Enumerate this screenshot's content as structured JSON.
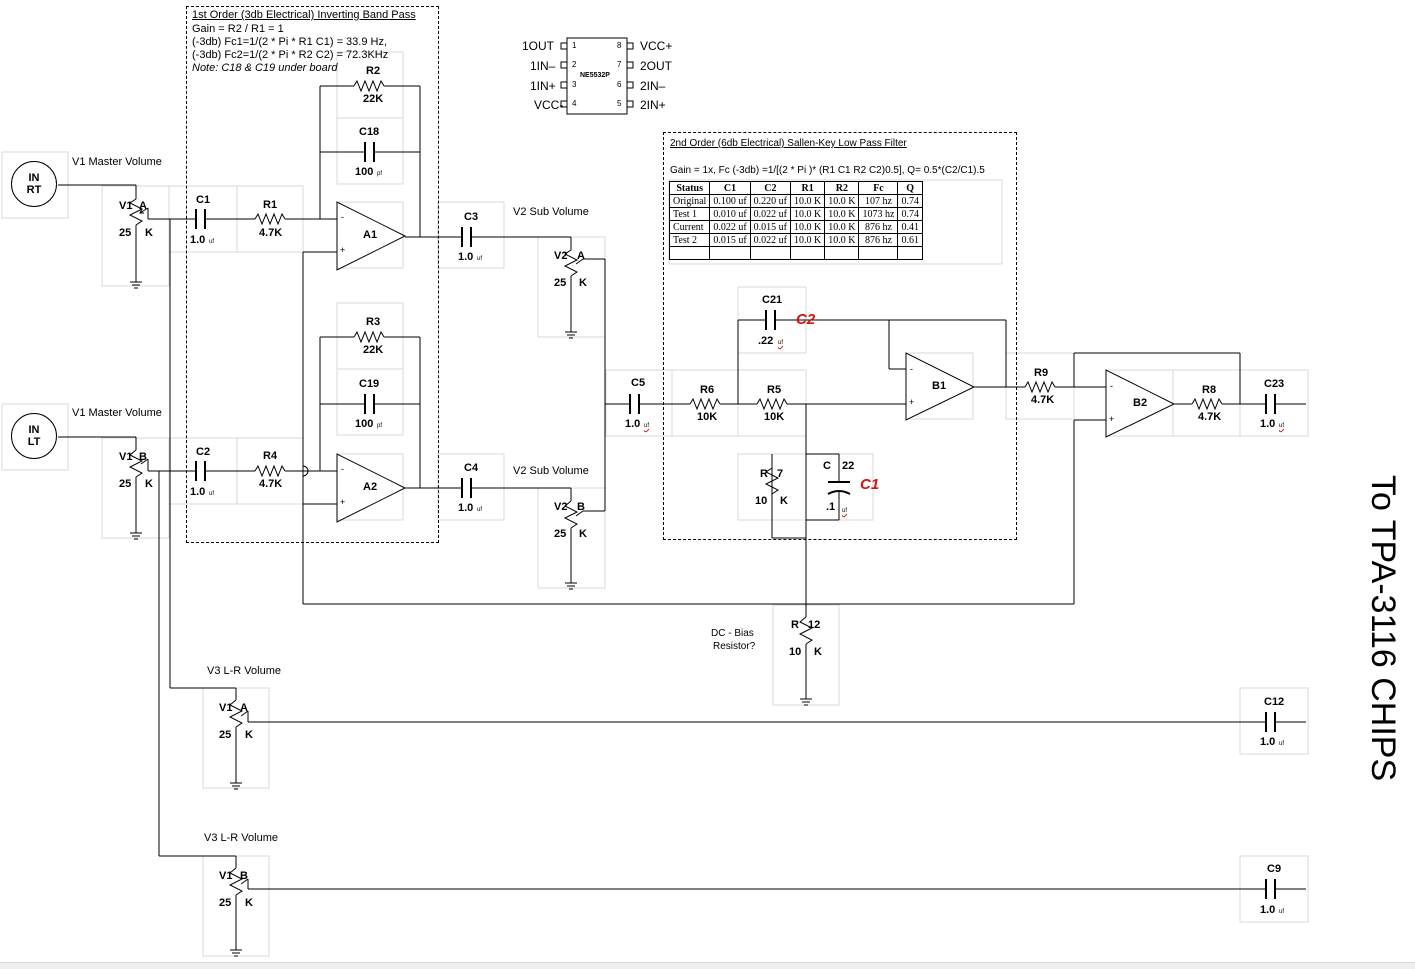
{
  "bandpass": {
    "title": "1st Order (3db Electrical)  Inverting Band Pass",
    "gain": "Gain  = R2 / R1 = 1",
    "fc1": "(-3db) Fc1=1/(2 * Pi * R1 C1) = 33.9 Hz,",
    "fc2": "(-3db) Fc2=1/(2 * Pi * R2 C2) =  72.3KHz",
    "note": "Note: C18 & C19 under board"
  },
  "chip": {
    "name": "NE5532P",
    "pin1": "1OUT",
    "pin2": "1IN–",
    "pin3": "1IN+",
    "pin4": "VCC-",
    "pin5": "2IN+",
    "pin6": "2IN–",
    "pin7": "2OUT",
    "pin8": "VCC+"
  },
  "lowpass": {
    "title": "2nd Order (6db Electrical)  Sallen-Key  Low Pass Filter",
    "formula": "Gain = 1x, Fc (-3db) =1/[(2 * Pi )* (R1 C1  R2 C2)0.5],  Q= 0.5*(C2/C1).5",
    "table": {
      "headers": [
        "Status",
        "C1",
        "C2",
        "R1",
        "R2",
        "Fc",
        "Q"
      ],
      "rows": [
        [
          "Original",
          "0.100 uf",
          "0.220 uf",
          "10.0 K",
          "10.0 K",
          "107 hz",
          "0.74"
        ],
        [
          "Test 1",
          "0.010 uf",
          "0.022 uf",
          "10.0 K",
          "10.0 K",
          "1073 hz",
          "0.74"
        ],
        [
          "Current",
          "0.022 uf",
          "0.015 uf",
          "10.0 K",
          "10.0 K",
          "876 hz",
          "0.41"
        ],
        [
          "Test 2",
          "0.015 uf",
          "0.022 uf",
          "10.0 K",
          "10.0 K",
          "876 hz",
          "0.61"
        ],
        [
          "",
          "",
          "",
          "",
          "",
          "",
          ""
        ]
      ]
    }
  },
  "inputs": {
    "rt": [
      "IN",
      "RT"
    ],
    "lt": [
      "IN",
      "LT"
    ]
  },
  "labels": {
    "v1_master_a": "V1 Master Volume",
    "v1_master_b": "V1 Master Volume",
    "v2_sub_a": "V2 Sub Volume",
    "v2_sub_b": "V2 Sub Volume",
    "v3_lr_a": "V3 L-R Volume",
    "v3_lr_b": "V3 L-R Volume",
    "dc_bias_1": "DC  - Bias",
    "dc_bias_2": "Resistor?",
    "c2_mark": "C2",
    "c1_mark": "C1",
    "output": "To TPA-3116 CHIPS"
  },
  "components": {
    "v1a": {
      "name": "V1",
      "pin": "A",
      "value": "25",
      "unit": "K"
    },
    "v1b": {
      "name": "V1",
      "pin": "B",
      "value": "25",
      "unit": "K"
    },
    "v2a": {
      "name": "V2",
      "pin": "A",
      "value": "25",
      "unit": "K"
    },
    "v2b": {
      "name": "V2",
      "pin": "B",
      "value": "25",
      "unit": "K"
    },
    "v3a": {
      "name": "V1",
      "pin": "A",
      "value": "25",
      "unit": "K"
    },
    "v3b": {
      "name": "V1",
      "pin": "B",
      "value": "25",
      "unit": "K"
    },
    "c1": {
      "name": "C1",
      "value": "1.0",
      "unit": "uf"
    },
    "c2": {
      "name": "C2",
      "value": "1.0",
      "unit": "uf"
    },
    "c3": {
      "name": "C3",
      "value": "1.0",
      "unit": "uf"
    },
    "c4": {
      "name": "C4",
      "value": "1.0",
      "unit": "uf"
    },
    "c5": {
      "name": "C5",
      "value": "1.0",
      "unit": "uf"
    },
    "c9": {
      "name": "C9",
      "value": "1.0",
      "unit": "uf"
    },
    "c12": {
      "name": "C12",
      "value": "1.0",
      "unit": "uf"
    },
    "c18": {
      "name": "C18",
      "value": "100",
      "unit": "pf"
    },
    "c19": {
      "name": "C19",
      "value": "100",
      "unit": "pf"
    },
    "c21": {
      "name": "C21",
      "value": ".22",
      "unit": "uf"
    },
    "c22": {
      "name_a": "C",
      "name_b": "22",
      "value": ".1",
      "unit": "uf"
    },
    "c23": {
      "name": "C23",
      "value": "1.0",
      "unit": "uf"
    },
    "r1": {
      "name": "R1",
      "value": "4.7K"
    },
    "r2": {
      "name": "R2",
      "value": "22K"
    },
    "r3": {
      "name": "R3",
      "value": "22K"
    },
    "r4": {
      "name": "R4",
      "value": "4.7K"
    },
    "r5": {
      "name": "R5",
      "value": "10K"
    },
    "r6": {
      "name": "R6",
      "value": "10K"
    },
    "r7": {
      "name_a": "R",
      "name_b": "7",
      "value": "10",
      "unit": "K"
    },
    "r8": {
      "name": "R8",
      "value": "4.7K"
    },
    "r9": {
      "name": "R9",
      "value": "4.7K"
    },
    "r12": {
      "name_a": "R",
      "name_b": "12",
      "value": "10",
      "unit": "K"
    },
    "a1": "A1",
    "a2": "A2",
    "b1": "B1",
    "b2": "B2"
  }
}
